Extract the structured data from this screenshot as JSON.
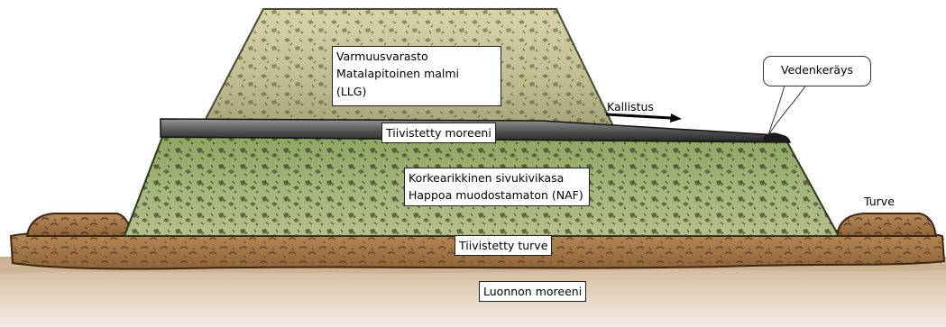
{
  "labels": {
    "llg_line1": "Varmuusvarasto",
    "llg_line2": "Matalapitoinen malmi",
    "llg_line3": "(LLG)",
    "compacted_moraine": "Tiivistetty moreeni",
    "naf_line1": "Korkearikkinen sivukivikasa",
    "naf_line2": "Happoa muodostamaton (NAF)",
    "compacted_peat": "Tiivistetty turve",
    "natural_moraine": "Luonnon moreeni",
    "peat": "Turve",
    "slope": "Kallistus",
    "water_collection": "Vedenkeräys"
  },
  "colors": {
    "top_pile": "#c9c49a",
    "top_pile_dark": "#8f8c66",
    "green_pile": "#9db072",
    "green_pile_dark": "#5f7a3f",
    "liner": "#3a3a3a",
    "peat": "#a77a4c",
    "peat_dark": "#6b4a2a",
    "ground": "#d9c4aa",
    "ground_dark": "#b39a7c"
  }
}
